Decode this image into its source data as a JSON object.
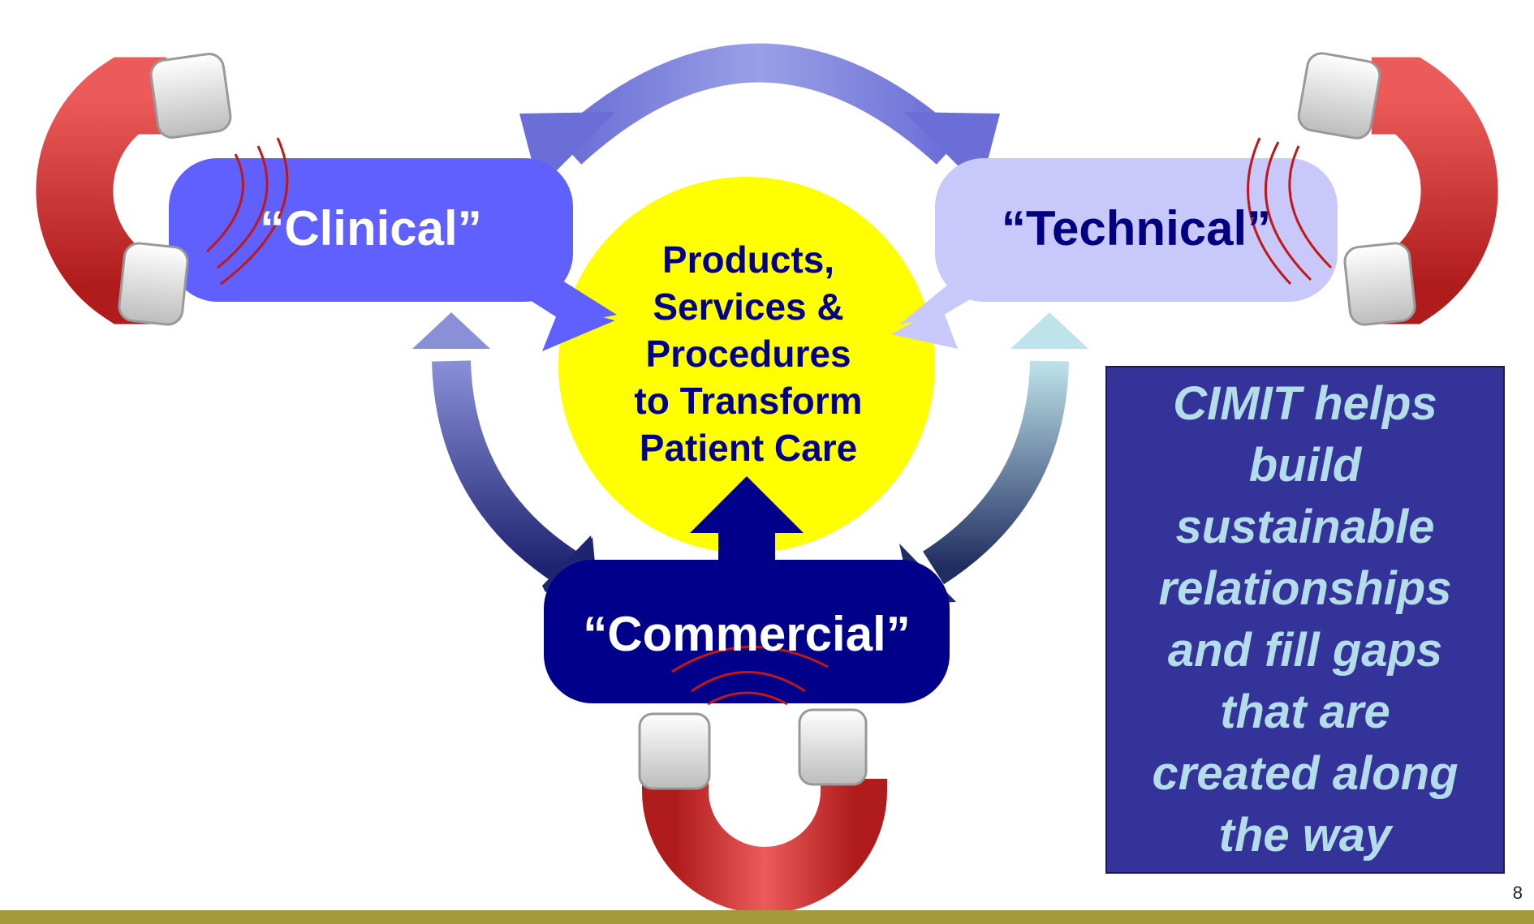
{
  "nodes": {
    "clinical": "“Clinical”",
    "technical": "“Technical”",
    "commercial": "“Commercial”"
  },
  "center": {
    "lines": [
      "Products,",
      "Services &",
      "Procedures",
      "to Transform",
      "Patient Care"
    ]
  },
  "callout": {
    "lines": [
      "CIMIT helps",
      "build",
      "sustainable",
      "relationships",
      "and fill gaps",
      "that are",
      "created along",
      "the way"
    ]
  },
  "footer": {
    "page_number": "8"
  },
  "icons": [
    "magnet-icon-left",
    "magnet-icon-right",
    "magnet-icon-bottom",
    "double-arrow-top",
    "double-arrow-left",
    "double-arrow-right",
    "up-arrow"
  ],
  "colors": {
    "clinical_box": "#6060ff",
    "technical_box": "#c8c8fa",
    "commercial_box": "#00008b",
    "center_circle": "#ffff00",
    "callout_bg": "#333399",
    "callout_text": "#b3dde8",
    "footer_bar": "#a59a3b",
    "magnet_red": "#d42a2a",
    "field_lines": "#c01818"
  }
}
